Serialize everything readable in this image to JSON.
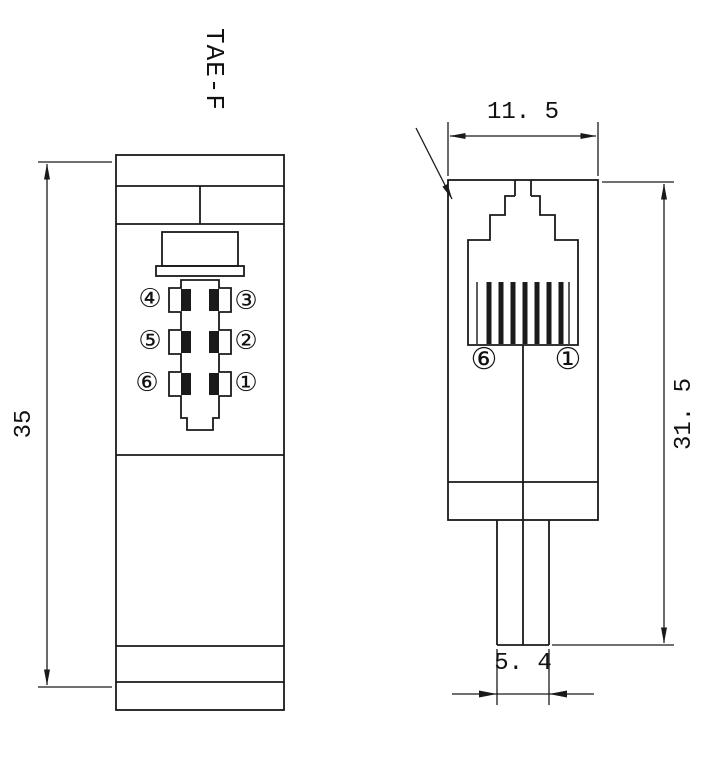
{
  "drawing": {
    "background": "#ffffff",
    "line_color": "#1a1a1a"
  },
  "left_view": {
    "label": "TAE-F",
    "height_dimension": "35",
    "pins": {
      "top_left": "④",
      "top_right": "③",
      "middle_left": "⑤",
      "middle_right": "②",
      "bottom_left": "⑥",
      "bottom_right": "①"
    }
  },
  "right_view": {
    "width_dimension": "11. 5",
    "height_dimension": "31. 5",
    "cable_width_dimension": "5. 4",
    "pin_left": "⑥",
    "pin_right": "①"
  }
}
